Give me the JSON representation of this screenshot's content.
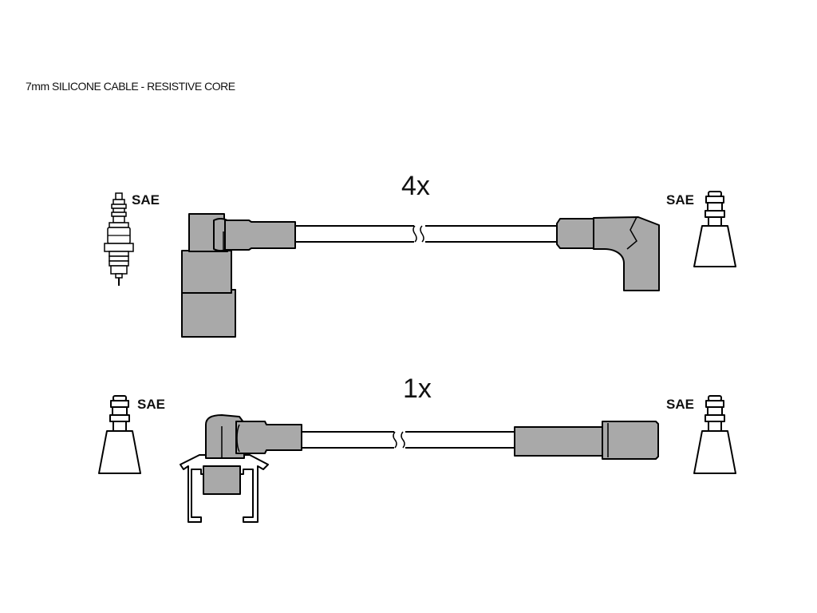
{
  "header": {
    "title": "7mm SILICONE CABLE - RESISTIVE CORE"
  },
  "sets": [
    {
      "quantity": "4x",
      "left_label": "SAE",
      "right_label": "SAE"
    },
    {
      "quantity": "1x",
      "left_label": "SAE",
      "right_label": "SAE"
    }
  ],
  "colors": {
    "boot": "#a9a9a9",
    "outline": "#000000",
    "background": "#ffffff"
  }
}
